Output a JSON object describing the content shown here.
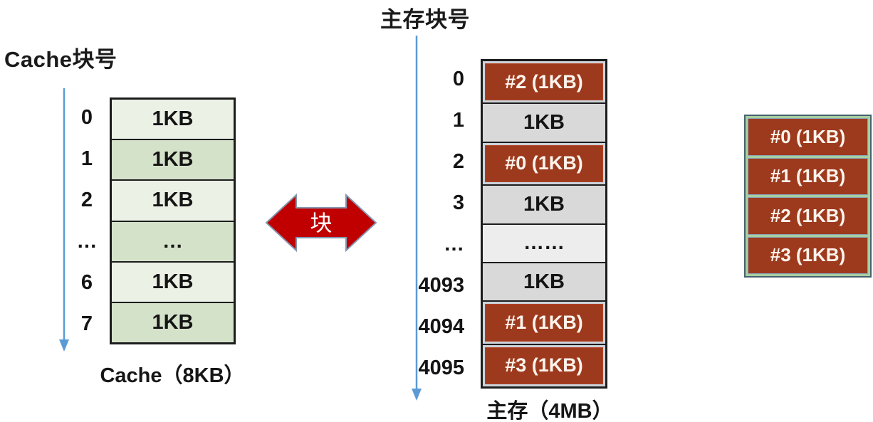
{
  "cache": {
    "title": "Cache块号",
    "caption": "Cache（8KB）",
    "rows": [
      {
        "label": "0",
        "content": "1KB",
        "variant": "light"
      },
      {
        "label": "1",
        "content": "1KB",
        "variant": "dark"
      },
      {
        "label": "2",
        "content": "1KB",
        "variant": "light"
      },
      {
        "label": "…",
        "content": "…",
        "variant": "dark"
      },
      {
        "label": "6",
        "content": "1KB",
        "variant": "light"
      },
      {
        "label": "7",
        "content": "1KB",
        "variant": "dark"
      }
    ]
  },
  "transfer_arrow": {
    "label": "块"
  },
  "memory": {
    "title": "主存块号",
    "caption": "主存（4MB）",
    "rows": [
      {
        "label": "0",
        "content": "#2 (1KB)",
        "variant": "mapped"
      },
      {
        "label": "1",
        "content": "1KB",
        "variant": "plain"
      },
      {
        "label": "2",
        "content": "#0 (1KB)",
        "variant": "mapped"
      },
      {
        "label": "3",
        "content": "1KB",
        "variant": "plain"
      },
      {
        "label": "…",
        "content": "……",
        "variant": "ellipsis"
      },
      {
        "label": "4093",
        "content": "1KB",
        "variant": "plain"
      },
      {
        "label": "4094",
        "content": "#1 (1KB)",
        "variant": "mapped"
      },
      {
        "label": "4095",
        "content": "#3 (1KB)",
        "variant": "mapped"
      }
    ]
  },
  "blocks": {
    "rows": [
      {
        "content": "#0 (1KB)"
      },
      {
        "content": "#1 (1KB)"
      },
      {
        "content": "#2 (1KB)"
      },
      {
        "content": "#3 (1KB)"
      }
    ]
  },
  "colors": {
    "cache_row_light": "#ebf1e5",
    "cache_row_dark": "#d5e2ca",
    "memory_row_gray": "#d9d9d9",
    "memory_row_ellipsis": "#ededed",
    "mapped_block_red": "#9d3a1e",
    "transfer_arrow_red": "#c00000",
    "transfer_arrow_outline": "#8496b0",
    "guide_arrow_blue": "#5b9bd5",
    "blocks_panel_green": "#a8cfa2",
    "blocks_panel_border": "#47616f",
    "table_border": "#1c1c1c"
  }
}
